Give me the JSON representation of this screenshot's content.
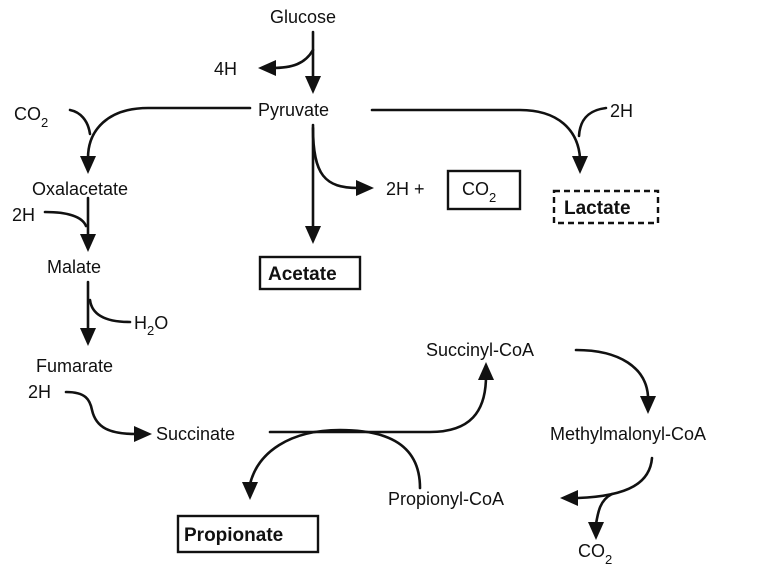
{
  "nodes": {
    "glucose": "Glucose",
    "four_h": "4H",
    "co2_a": "CO",
    "co2_a_sub": "2",
    "pyruvate": "Pyruvate",
    "two_h_lactate": "2H",
    "oxalacetate": "Oxalacetate",
    "two_h_oxal": "2H",
    "two_h_plus": "2H +",
    "co2_box": "CO",
    "co2_box_sub": "2",
    "lactate": "Lactate",
    "malate": "Malate",
    "acetate": "Acetate",
    "h2o_h": "H",
    "h2o_sub": "2",
    "h2o_o": "O",
    "fumarate": "Fumarate",
    "two_h_fum": "2H",
    "succinyl_coa": "Succinyl-CoA",
    "succinate": "Succinate",
    "methylmalonyl_coa": "Methylmalonyl-CoA",
    "propionyl_coa": "Propionyl-CoA",
    "propionate": "Propionate",
    "co2_b": "CO",
    "co2_b_sub": "2"
  },
  "colors": {
    "ink": "#111111",
    "background": "#ffffff"
  }
}
